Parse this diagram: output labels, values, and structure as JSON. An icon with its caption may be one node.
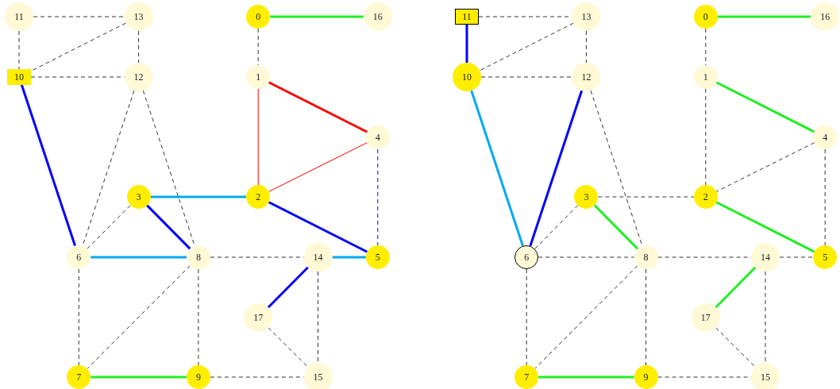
{
  "diagram": {
    "nodes": [
      {
        "text": [
          "11"
        ]
      },
      {
        "text": [
          "13"
        ]
      },
      {
        "text": [
          "0"
        ]
      },
      {
        "text": [
          "16"
        ]
      },
      {
        "text": [
          "10"
        ]
      },
      {
        "text": [
          "12"
        ]
      },
      {
        "text": [
          "1"
        ]
      },
      {
        "text": [
          "4"
        ]
      },
      {
        "text": [
          "3"
        ]
      },
      {
        "text": [
          "2"
        ]
      },
      {
        "text": [
          "6"
        ]
      },
      {
        "text": [
          "8"
        ]
      },
      {
        "text": [
          "14"
        ]
      },
      {
        "text": [
          "5"
        ]
      },
      {
        "text": [
          "17"
        ]
      },
      {
        "text": [
          "7"
        ]
      },
      {
        "text": [
          "9"
        ]
      },
      {
        "text": [
          "15"
        ]
      },
      {
        "text": [
          "11"
        ]
      },
      {
        "text": [
          "13"
        ]
      },
      {
        "text": [
          "0"
        ]
      },
      {
        "text": [
          "16"
        ]
      },
      {
        "text": [
          "10"
        ]
      },
      {
        "text": [
          "12"
        ]
      },
      {
        "text": [
          "1"
        ]
      },
      {
        "text": [
          "4"
        ]
      },
      {
        "text": [
          "3"
        ]
      },
      {
        "text": [
          "2"
        ]
      },
      {
        "text": [
          "6"
        ]
      },
      {
        "text": [
          "8"
        ]
      },
      {
        "text": [
          "14"
        ]
      },
      {
        "text": [
          "5"
        ]
      },
      {
        "text": [
          "17"
        ]
      },
      {
        "text": [
          "7"
        ]
      },
      {
        "text": [
          "9"
        ]
      },
      {
        "text": [
          "15"
        ]
      }
    ],
    "edges": [
      {
        "from": 2,
        "to": 3,
        "arrow": "none",
        "style": "thick",
        "color": "#22ee22"
      },
      {
        "from": 2,
        "to": 6,
        "arrow": "none",
        "style": "dashed"
      },
      {
        "from": 6,
        "to": 7,
        "arrow": "none",
        "style": "thick",
        "color": "#ff0000"
      },
      {
        "from": 6,
        "to": 9,
        "arrow": "none",
        "color": "#ff0000"
      },
      {
        "from": 9,
        "to": 7,
        "arrow": "none",
        "color": "#ff0000"
      },
      {
        "from": 7,
        "to": 13,
        "arrow": "none",
        "style": "dashed",
        "color": "#0000ff"
      },
      {
        "from": 0,
        "to": 1,
        "arrow": "none",
        "style": "dashed"
      },
      {
        "from": 0,
        "to": 4,
        "arrow": "none",
        "style": "dashed"
      },
      {
        "from": 1,
        "to": 4,
        "arrow": "none",
        "style": "dashed"
      },
      {
        "from": 1,
        "to": 5,
        "arrow": "none",
        "style": "dashed"
      },
      {
        "from": 4,
        "to": 5,
        "arrow": "none",
        "style": "dashed"
      },
      {
        "from": 4,
        "to": 10,
        "arrow": "none",
        "style": "thick",
        "color": "#0000ff"
      },
      {
        "from": 5,
        "to": 10,
        "arrow": "none",
        "style": "dashed"
      },
      {
        "from": 5,
        "to": 11,
        "arrow": "none",
        "style": "dashed"
      },
      {
        "from": 8,
        "to": 9,
        "arrow": "none",
        "style": "thick",
        "color": "#00aaee"
      },
      {
        "from": 8,
        "to": 10,
        "arrow": "none",
        "style": "dashed"
      },
      {
        "from": 8,
        "to": 11,
        "arrow": "none",
        "style": "thick",
        "color": "#0000ff"
      },
      {
        "from": 9,
        "to": 13,
        "arrow": "none",
        "style": "thick",
        "color": "#0000ff"
      },
      {
        "from": 10,
        "to": 11,
        "arrow": "none",
        "style": "thick",
        "color": "#00aaee"
      },
      {
        "from": 11,
        "to": 12,
        "arrow": "none",
        "style": "dashed"
      },
      {
        "from": 12,
        "to": 13,
        "arrow": "none",
        "style": "thick",
        "color": "#00aaee"
      },
      {
        "from": 12,
        "to": 14,
        "arrow": "none",
        "style": "thick",
        "color": "#0000ff"
      },
      {
        "from": 12,
        "to": 17,
        "arrow": "none",
        "style": "dashed"
      },
      {
        "from": 10,
        "to": 15,
        "arrow": "none",
        "style": "dashed"
      },
      {
        "from": 11,
        "to": 15,
        "arrow": "none",
        "style": "dashed"
      },
      {
        "from": 11,
        "to": 16,
        "arrow": "none",
        "style": "dashed"
      },
      {
        "from": 15,
        "to": 16,
        "arrow": "none",
        "style": "thick",
        "color": "#22ee22"
      },
      {
        "from": 16,
        "to": 17,
        "arrow": "none",
        "style": "dashed"
      },
      {
        "from": 14,
        "to": 17,
        "arrow": "none",
        "style": "dashed"
      },
      {
        "from": 20,
        "to": 21,
        "arrow": "none",
        "style": "thick",
        "color": "#22ee22"
      },
      {
        "from": 20,
        "to": 24,
        "arrow": "none",
        "style": "dashed"
      },
      {
        "from": 24,
        "to": 25,
        "arrow": "none",
        "style": "thick",
        "color": "#22ee22"
      },
      {
        "from": 24,
        "to": 27,
        "arrow": "none",
        "style": "dashed"
      },
      {
        "from": 25,
        "to": 27,
        "arrow": "none",
        "style": "dashed"
      },
      {
        "from": 25,
        "to": 31,
        "arrow": "none",
        "style": "dashed"
      },
      {
        "from": 18,
        "to": 19,
        "arrow": "none",
        "style": "dashed"
      },
      {
        "from": 18,
        "to": 22,
        "arrow": "none",
        "style": "thick",
        "color": "#0000ff"
      },
      {
        "from": 19,
        "to": 22,
        "arrow": "none",
        "style": "dashed"
      },
      {
        "from": 19,
        "to": 23,
        "arrow": "none",
        "style": "dashed"
      },
      {
        "from": 22,
        "to": 23,
        "arrow": "none",
        "style": "dashed"
      },
      {
        "from": 22,
        "to": 28,
        "arrow": "none",
        "style": "thick",
        "color": "#00aaee"
      },
      {
        "from": 23,
        "to": 28,
        "arrow": "none",
        "style": "thick",
        "color": "#0000ff"
      },
      {
        "from": 23,
        "to": 29,
        "arrow": "none",
        "style": "dashed"
      },
      {
        "from": 26,
        "to": 27,
        "arrow": "none",
        "style": "dashed"
      },
      {
        "from": 26,
        "to": 28,
        "arrow": "none",
        "style": "dashed"
      },
      {
        "from": 26,
        "to": 29,
        "arrow": "none",
        "style": "thick",
        "color": "#22ee22"
      },
      {
        "from": 27,
        "to": 31,
        "arrow": "none",
        "style": "thick",
        "color": "#22ee22"
      },
      {
        "from": 28,
        "to": 29,
        "arrow": "none",
        "style": "dashed"
      },
      {
        "from": 29,
        "to": 30,
        "arrow": "none",
        "style": "dashed"
      },
      {
        "from": 30,
        "to": 31,
        "arrow": "none",
        "style": "dashed"
      },
      {
        "from": 30,
        "to": 32,
        "arrow": "none",
        "style": "thick",
        "color": "#22ee22"
      },
      {
        "from": 30,
        "to": 35,
        "arrow": "none",
        "style": "dashed"
      },
      {
        "from": 28,
        "to": 33,
        "arrow": "none",
        "style": "dashed"
      },
      {
        "from": 29,
        "to": 33,
        "arrow": "none",
        "style": "dashed"
      },
      {
        "from": 29,
        "to": 34,
        "arrow": "none",
        "style": "dashed"
      },
      {
        "from": 33,
        "to": 34,
        "arrow": "none",
        "style": "thick",
        "color": "#22ee22"
      },
      {
        "from": 34,
        "to": 35,
        "arrow": "none",
        "style": "dashed"
      },
      {
        "from": 32,
        "to": 35,
        "arrow": "none",
        "style": "dashed"
      }
    ]
  }
}
